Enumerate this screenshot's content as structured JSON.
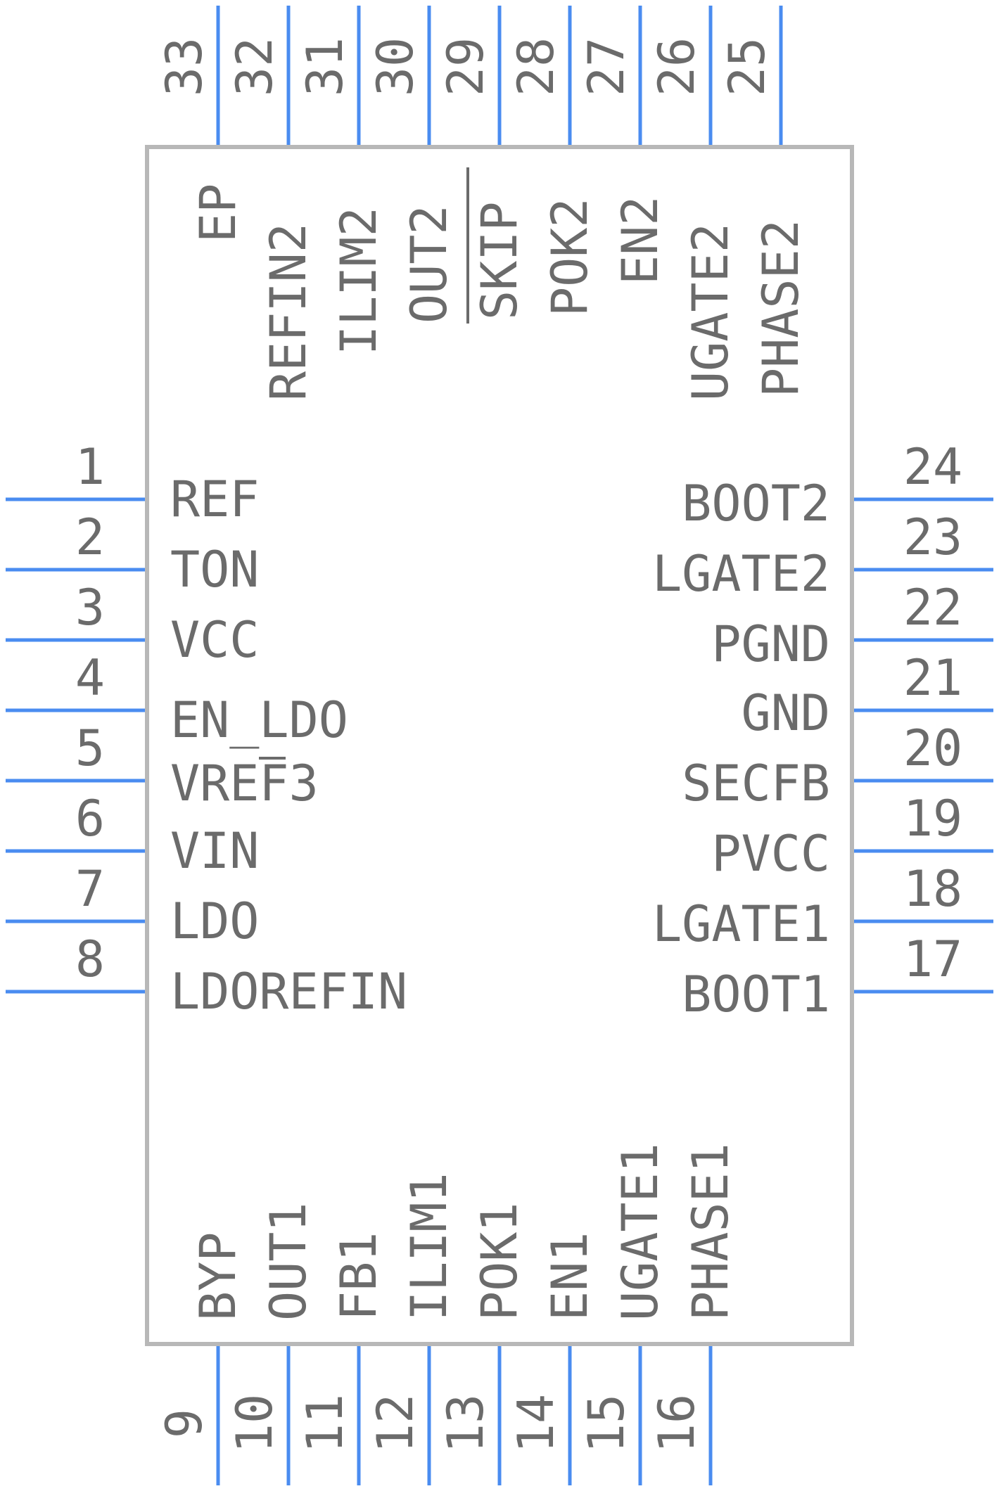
{
  "component": {
    "colors": {
      "pin": "#4a8cf0",
      "body_outline": "#b8b8b8",
      "text": "#6b6b6b",
      "background": "#ffffff"
    },
    "pins": {
      "left": [
        {
          "number": "1",
          "label": "REF"
        },
        {
          "number": "2",
          "label": "TON"
        },
        {
          "number": "3",
          "label": "VCC"
        },
        {
          "number": "4",
          "label": "EN_LDO"
        },
        {
          "number": "5",
          "label": "VREF3"
        },
        {
          "number": "6",
          "label": "VIN"
        },
        {
          "number": "7",
          "label": "LDO"
        },
        {
          "number": "8",
          "label": "LDOREFIN"
        }
      ],
      "right": [
        {
          "number": "24",
          "label": "BOOT2"
        },
        {
          "number": "23",
          "label": "LGATE2"
        },
        {
          "number": "22",
          "label": "PGND"
        },
        {
          "number": "21",
          "label": "GND"
        },
        {
          "number": "20",
          "label": "SECFB"
        },
        {
          "number": "19",
          "label": "PVCC"
        },
        {
          "number": "18",
          "label": "LGATE1"
        },
        {
          "number": "17",
          "label": "BOOT1"
        }
      ],
      "top": [
        {
          "number": "33",
          "label": "EP"
        },
        {
          "number": "32",
          "label": "REFIN2"
        },
        {
          "number": "31",
          "label": "ILIM2"
        },
        {
          "number": "30",
          "label": "OUT2"
        },
        {
          "number": "29",
          "label": "SKIP"
        },
        {
          "number": "28",
          "label": "POK2"
        },
        {
          "number": "27",
          "label": "EN2"
        },
        {
          "number": "26",
          "label": "UGATE2"
        },
        {
          "number": "25",
          "label": "PHASE2"
        }
      ],
      "bottom": [
        {
          "number": "9",
          "label": "BYP"
        },
        {
          "number": "10",
          "label": "OUT1"
        },
        {
          "number": "11",
          "label": "FB1"
        },
        {
          "number": "12",
          "label": "ILIM1"
        },
        {
          "number": "13",
          "label": "POK1"
        },
        {
          "number": "14",
          "label": "EN1"
        },
        {
          "number": "15",
          "label": "UGATE1"
        },
        {
          "number": "16",
          "label": "PHASE1"
        }
      ]
    }
  }
}
